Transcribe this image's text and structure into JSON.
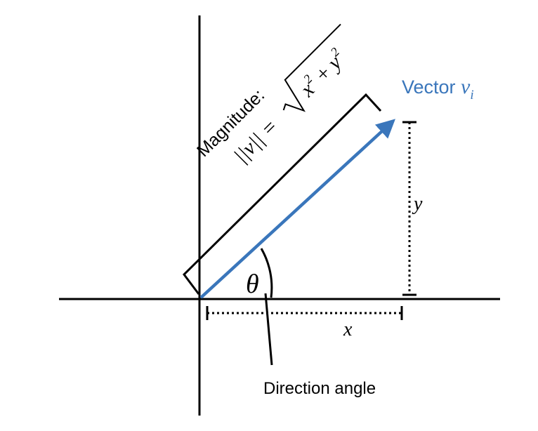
{
  "labels": {
    "vector_prefix": "Vector ",
    "vector_symbol": "v",
    "vector_subscript": "i",
    "magnitude_title": "Magnitude:",
    "magnitude_lhs": "||v|| =",
    "magnitude_radicand_x": "x",
    "magnitude_plus": "+",
    "magnitude_radicand_y": "y",
    "exponent": "2",
    "theta": "θ",
    "x_label": "x",
    "y_label": "y",
    "direction_angle": "Direction angle"
  },
  "colors": {
    "vector": "#3a76bb",
    "ink": "#000000",
    "background": "#ffffff"
  }
}
